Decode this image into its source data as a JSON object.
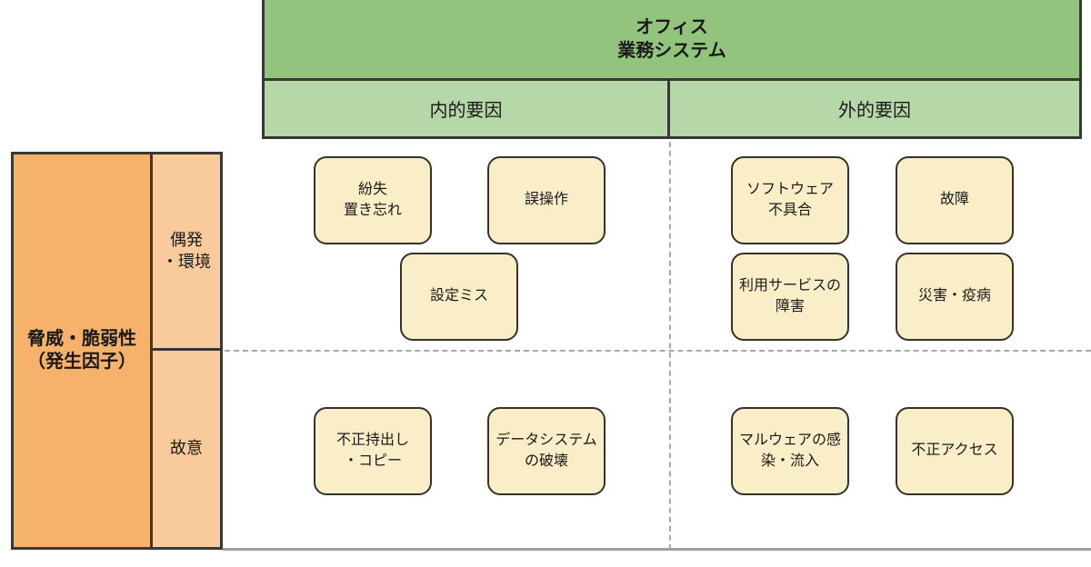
{
  "diagram": {
    "system": {
      "title": "オフィス\n業務システム"
    },
    "factor_columns": {
      "internal": "内的要因",
      "external": "外的要因"
    },
    "threat_axis": {
      "title": "脅威・脆弱性\n（発生因子）",
      "rows": {
        "accidental": "偶発\n・環境",
        "intentional": "故意"
      }
    },
    "quadrants": {
      "internal_accidental": [
        "紛失\n置き忘れ",
        "誤操作",
        "設定ミス"
      ],
      "external_accidental": [
        "ソフトウェア\n不具合",
        "故障",
        "利用サービスの\n障害",
        "災害・疫病"
      ],
      "internal_intentional": [
        "不正持出し\n・コピー",
        "データシステム\nの破壊"
      ],
      "external_intentional": [
        "マルウェアの感\n染・流入",
        "不正アクセス"
      ]
    },
    "colors": {
      "system_header_green": "#93c47d",
      "factor_header_green": "#b6d7a8",
      "threat_header_orange": "#f6b26b",
      "threat_rows_orange": "#f9cb9c",
      "card_fill_cream": "#faeec9",
      "border_dark": "#3a3834",
      "dashed_line_gray": "#a8a8a8"
    }
  }
}
